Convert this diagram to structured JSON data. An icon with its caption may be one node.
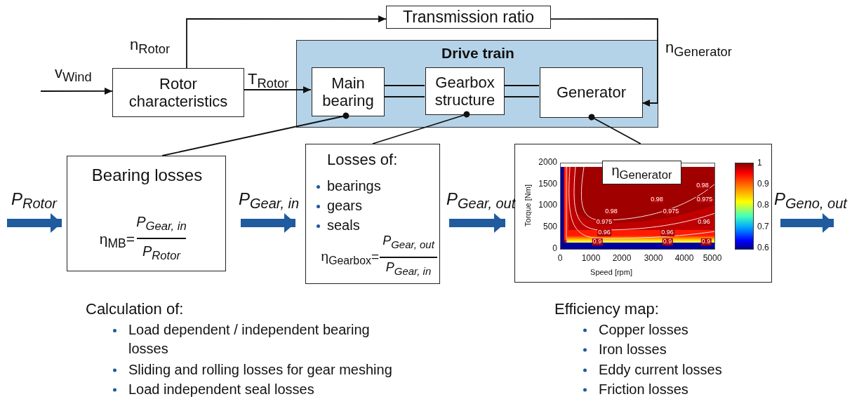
{
  "diagram": {
    "nodes": [
      {
        "text": [
          "Transmission ratio"
        ]
      },
      {
        "text": [
          "Rotor characteristics"
        ]
      },
      {
        "text": [
          "Drive train"
        ]
      },
      {
        "text": [
          "Main bearing"
        ],
        "in": 2
      },
      {
        "text": [
          "Gearbox structure"
        ],
        "in": 2
      },
      {
        "text": [
          "Generator"
        ],
        "in": 2
      },
      {
        "text": [
          "Bearing losses",
          "η$_{MB}$=",
          "P$_{Gear, in}$",
          "P$_{Rotor}$"
        ]
      },
      {
        "text": [
          "Losses of:",
          "bearings",
          "gears",
          "seals",
          "η$_{Gearbox}$=",
          "P$_{Gear, out}$",
          "P$_{Gear, in}$"
        ]
      },
      {
        "text": [],
        "shape": "picture"
      },
      {
        "text": [
          "η$_{Generator}$"
        ],
        "in": 8
      }
    ],
    "edges": [
      {
        "from": null,
        "to": 1,
        "arrow": "to",
        "label": "v$_{Wind}$"
      },
      {
        "from": 1,
        "to": 0,
        "arrow": "to",
        "label": "n$_{Rotor}$"
      },
      {
        "from": 0,
        "to": 5,
        "arrow": "to",
        "label": "n$_{Generator}$"
      },
      {
        "from": 1,
        "to": 3,
        "arrow": "to",
        "label": "T$_{Rotor}$"
      },
      {
        "from": 3,
        "to": 4,
        "arrow": "none"
      },
      {
        "from": 4,
        "to": 5,
        "arrow": "none"
      },
      {
        "from": 6,
        "to": 3,
        "arrow": "other"
      },
      {
        "from": 7,
        "to": 4,
        "arrow": "other"
      },
      {
        "from": 8,
        "to": 5,
        "arrow": "other"
      },
      {
        "from": null,
        "to": 6,
        "arrow": "to",
        "label": "P$_{Rotor}$",
        "style": "thick",
        "color": "#1f5b9e"
      },
      {
        "from": 6,
        "to": 7,
        "arrow": "to",
        "label": "P$_{Gear, in}$",
        "style": "thick",
        "color": "#1f5b9e"
      },
      {
        "from": 7,
        "to": 8,
        "arrow": "to",
        "label": "P$_{Gear, out}$",
        "style": "thick",
        "color": "#1f5b9e"
      },
      {
        "from": 8,
        "to": null,
        "arrow": "to",
        "label": "P$_{Geno, out}$",
        "style": "thick",
        "color": "#1f5b9e"
      }
    ],
    "labels": [
      "2000",
      "1500",
      "1000",
      "500",
      "0",
      "Torque [Nm]",
      "0",
      "1000",
      "2000",
      "3000",
      "4000",
      "5000",
      "Speed [rpm]",
      "1",
      "0.9",
      "0.8",
      "0.7",
      "0.6",
      "0.98",
      "0.98",
      "0.975",
      "0.98",
      "0.975",
      "0.975",
      "0.96",
      "0.96",
      "0.96",
      "0.9",
      "0.9",
      "0.9",
      "Calculation of:",
      "Load dependent / independent bearing losses",
      "Sliding and rolling losses for gear meshing",
      "Load independent seal losses",
      "Efficiency map:",
      "Copper losses",
      "Iron losses",
      "Eddy current losses",
      "Friction losses"
    ]
  }
}
